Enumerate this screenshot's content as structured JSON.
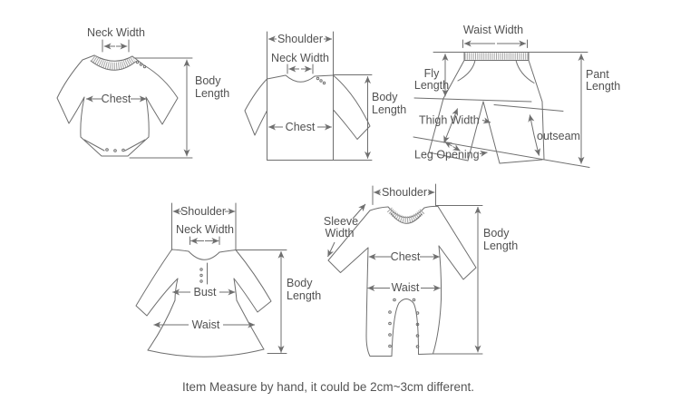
{
  "note": "Item Measure by hand, it could be 2cm~3cm different.",
  "colors": {
    "background": "#ffffff",
    "line": "#6f6f6f",
    "rib": "#a6a6a6",
    "label_text": "#525252",
    "note_text": "#555555"
  },
  "diagrams": {
    "bodysuit": {
      "labels": {
        "neck_width": "Neck Width",
        "chest": "Chest",
        "body_length": [
          "Body",
          "Length"
        ]
      }
    },
    "sweater": {
      "labels": {
        "shoulder": "Shoulder",
        "neck_width": "Neck Width",
        "chest": "Chest",
        "body_length": [
          "Body",
          "Length"
        ]
      }
    },
    "shorts": {
      "labels": {
        "waist_width": "Waist Width",
        "fly_length": [
          "Fly",
          "Length"
        ],
        "pant_length": [
          "Pant",
          "Length"
        ],
        "thigh_width": "Thigh Width",
        "leg_opening": "Leg Opening",
        "outseam": "outseam"
      }
    },
    "dress": {
      "labels": {
        "shoulder": "Shoulder",
        "neck_width": "Neck Width",
        "bust": "Bust",
        "waist": "Waist",
        "body_length": [
          "Body",
          "Length"
        ]
      }
    },
    "romper": {
      "labels": {
        "shoulder": "Shoulder",
        "sleeve_width": [
          "Sleeve",
          "Width"
        ],
        "chest": "Chest",
        "waist": "Waist",
        "body_length": [
          "Body",
          "Length"
        ]
      }
    }
  }
}
